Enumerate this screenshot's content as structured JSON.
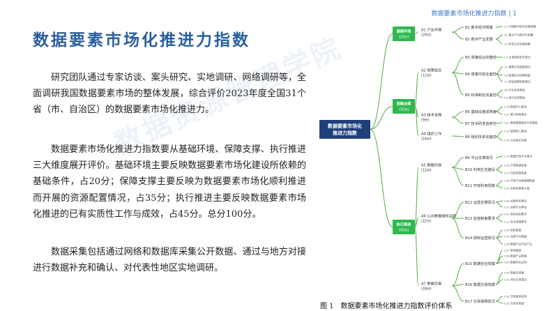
{
  "page": {
    "running_header": "数据要素市场化推进力指数 | 1",
    "title": "数据要素市场化推进力指数",
    "paragraphs": [
      "研究团队通过专家访谈、案头研究、实地调研、网络调研等，全面调研我国数据要素市场的整体发展，综合评价2023年度全国31个省（市、自治区）的数据要素市场化推进力。",
      "数据要素市场化推进力指数要从基础环境、保障支撑、执行推进三大维度展开评价。基础环境主要反映数据要素市场化建设所依赖的基础条件，占20分；保障支撑主要反映为数据要素市场化顺利推进而开展的资源配置情况，占35分；执行推进主要反映数据要素市场化推进的已有实质性工作与成效，占45分。总分100分。",
      "数据采集包括通过网络和数据库采集公开数据、通过与地方对接进行数据补充和确认、对代表性地区实地调研。"
    ],
    "watermark": "数据资源管理学院"
  },
  "figure": {
    "number": "图 1",
    "caption": "数据要素市场化推进力指数评价体系",
    "root": "数据要素市场化推进力指数",
    "colors": {
      "green": "#2eb84f",
      "navy": "#1f3f7a",
      "line": "#5aa64a"
    },
    "dimensions": [
      {
        "name": "基础环境",
        "score": "(20分)"
      },
      {
        "name": "保障支撑",
        "score": "(35分)"
      },
      {
        "name": "执行推进",
        "score": "(45分)"
      }
    ],
    "a_items": [
      {
        "name": "A1 产业环境",
        "score": "(20分)"
      },
      {
        "name": "A2 政策组合",
        "score": "(12分)"
      },
      {
        "name": "A3 技术支撑",
        "score": "(9分)"
      },
      {
        "name": "A4 组织工作",
        "score": "(14分)"
      },
      {
        "name": "A5 数据开放",
        "score": "(12分)"
      },
      {
        "name": "A6 公共数据授权运营",
        "score": "(15分)"
      },
      {
        "name": "A7 数据交易",
        "score": "(18分)"
      }
    ],
    "b_items": [
      "B1 数字经济规模",
      "B2 数字产业发展",
      "B3 政策组合完整性",
      "B4 政策内容全面性",
      "B5 标准制定完备性",
      "B6 基础设施成熟度",
      "B7 技术研发创新性",
      "B8 组织体系完备性",
      "B9 平台支撑情况",
      "B10 利用生态建设",
      "B11 开放利用规模",
      "B12 运营支撑情况",
      "B13 监管制度要求",
      "B14 授权运营情况",
      "B15 数据供应规模",
      "B16 数据交易规模",
      "B17 交易保障情况"
    ],
    "c_items": [
      "C1 中国数字经济发展规模",
      "C2 重点产业数字化规模",
      "C3 科技企业发展规模",
      "C4 专项政策发布情况",
      "C5 重要专项政策情况",
      "C6 数据安全保障制度",
      "C7 权益保障制度情况",
      "C8 行业标准数量",
      "C9 地方标准数量",
      "C10 数据中心建设",
      "C11 算力网络建设",
      "C12 数据要素相关专利数量",
      "C13 管理部门建设",
      "C14 社会组织发展",
      "C15 数据开放平台建设",
      "C16 开放数据质量",
      "C17 利用政策数量",
      "C18 开放平台数据集数量",
      "C19 利用成果展示量",
      "C20 运营机构建设",
      "C21 运营平台建设",
      "C22 授权机制要求",
      "C23 安全保障要求",
      "C24 授权数量",
      "C25 运营平台数据",
      "C26 数据产品开发产出",
      "C27 数商数量",
      "C28 数据产品数量",
      "C29 数据供应品种",
      "C30 数据交易额",
      "C31 场内交易情况",
      "C32 交易服务机构",
      "C33 交易所数量"
    ]
  }
}
